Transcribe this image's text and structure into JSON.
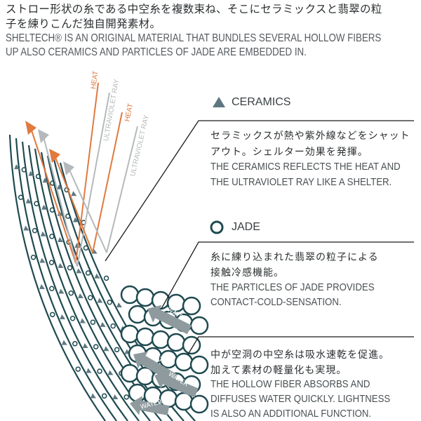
{
  "intro": {
    "jp_line1": "ストロー形状の糸である中空糸を複数束ね、そこにセラミックスと翡翠の粒",
    "jp_line2": "子を練りこんだ独自開発素材。",
    "en_line1": "SHELTECH® IS AN ORIGINAL MATERIAL THAT BUNDLES SEVERAL HOLLOW FIBERS",
    "en_line2": "UP ALSO CERAMICS AND PARTICLES OF JADE ARE EMBEDDED IN."
  },
  "rays": {
    "heat": "HEAT",
    "uv": "ULTRAVIOLET RAY"
  },
  "water_label": "WATER",
  "ceramics": {
    "title": "CERAMICS",
    "jp1": "セラミックスが熱や紫外線などをシャット",
    "jp2": "アウト。シェルター効果を発揮。",
    "en1": "THE CERAMICS REFLECTS THE HEAT AND",
    "en2": "THE ULTRAVIOLET RAY LIKE A SHELTER."
  },
  "jade": {
    "title": "JADE",
    "jp1": "糸に練り込まれた翡翠の粒子による",
    "jp2": "接触冷感機能。",
    "en1": "THE PARTICLES OF JADE  PROVIDES",
    "en2": "CONTACT-COLD-SENSATION."
  },
  "hollow": {
    "jp1": "中が空洞の中空糸は吸水速乾を促進。",
    "jp2": "加えて素材の軽量化も実現。",
    "en1": "THE HOLLOW FIBER ABSORBS AND",
    "en2": "DIFFUSES WATER QUICKLY. LIGHTNESS",
    "en3": "IS ALSO AN ADDITIONAL  FUNCTION."
  },
  "colors": {
    "heat": "#e07a3f",
    "uv": "#b5b9bb",
    "fiber": "#1f4a50",
    "ceramic": "#5f7880"
  }
}
